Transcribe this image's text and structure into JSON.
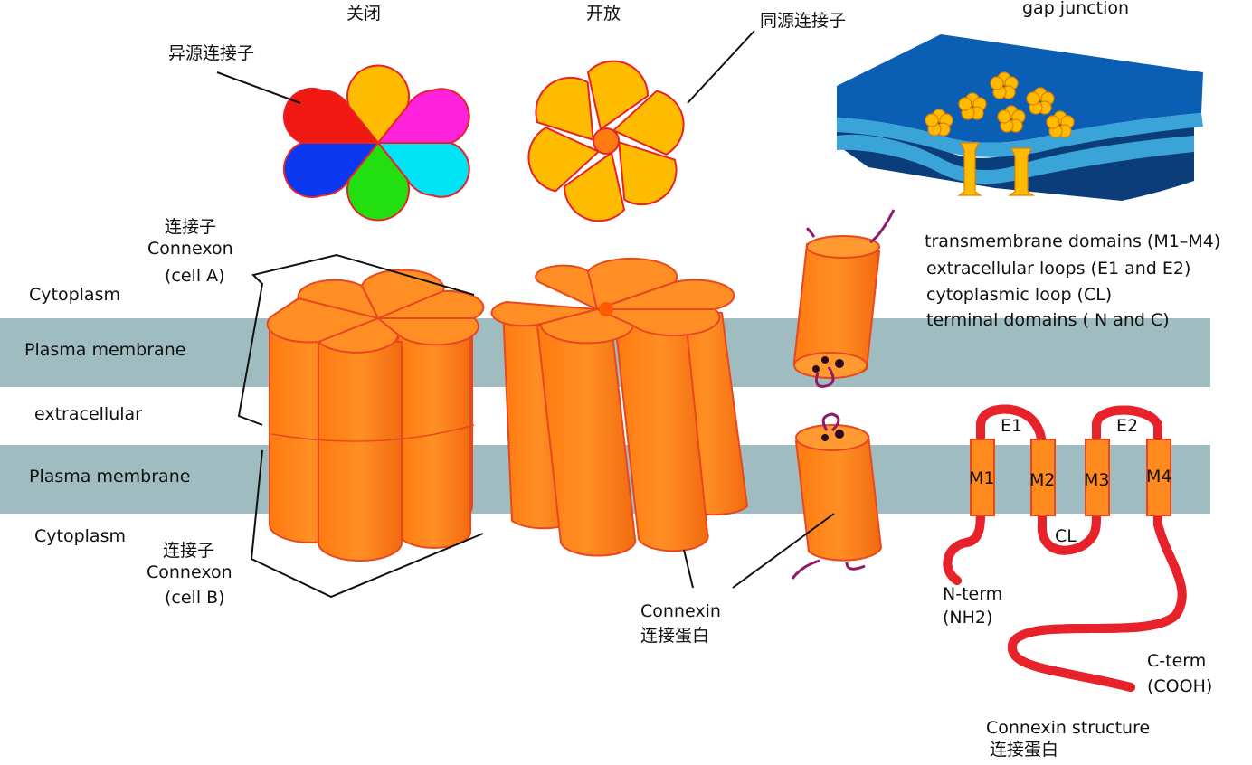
{
  "top": {
    "closed": "关闭",
    "open": "开放",
    "homomeric": "同源连接子",
    "heteromeric": "异源连接子",
    "gap_junction": "gap junction"
  },
  "connexon_a": {
    "cn": "连接子",
    "en": "Connexon",
    "cell": "(cell A)"
  },
  "connexon_b": {
    "cn": "连接子",
    "en": "Connexon",
    "cell": "(cell B)"
  },
  "layers": {
    "cytoplasm_top": "Cytoplasm",
    "membrane_top": "Plasma membrane",
    "extracellular": "extracellular",
    "membrane_bottom": "Plasma membrane",
    "cytoplasm_bottom": "Cytoplasm"
  },
  "connexin": {
    "en": "Connexin",
    "cn": "连接蛋白"
  },
  "domains": [
    "transmembrane domains (M1–M4)",
    "extracellular loops (E1 and E2)",
    "cytoplasmic loop (CL)",
    "terminal domains ( N and C)"
  ],
  "topology": {
    "segments": [
      "M1",
      "M2",
      "M3",
      "M4"
    ],
    "e1": "E1",
    "e2": "E2",
    "cl": "CL",
    "nterm": "N-term",
    "nterm2": "(NH2)",
    "cterm": "C-term",
    "cterm2": "(COOH)"
  },
  "structure_caption": {
    "en": "Connexin structure",
    "cn": "连接蛋白"
  },
  "colors": {
    "membrane": "#9fbcc1",
    "orange": "#ff8a1e",
    "orange_edge": "#e8471f",
    "petal_yellow": "#ffbb00",
    "loop_blue": "#3b3bd6",
    "loop_red": "#e8222a",
    "gj_blue": "#0a5fb4",
    "gj_light": "#3aa3d8"
  }
}
